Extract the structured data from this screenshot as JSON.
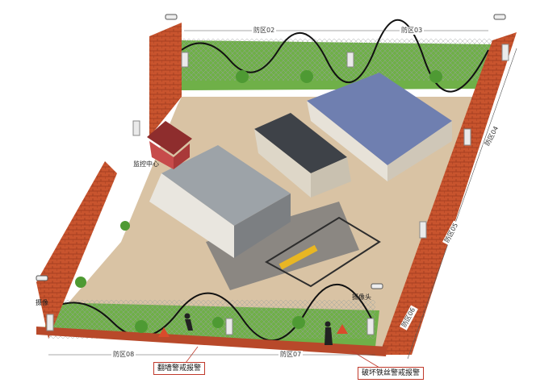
{
  "zones": {
    "z02": "防区02",
    "z03": "防区03",
    "z04": "防区04",
    "z05": "防区05",
    "z06": "防区06",
    "z07": "防区07",
    "z08": "防区08"
  },
  "labels": {
    "monitoring_center": "监控中心",
    "camera": "摄像头",
    "camera_left": "摄像"
  },
  "callouts": {
    "climb_alarm": "翻墙警戒报警",
    "wire_damage_alarm": "破坏铁丝警戒报警"
  },
  "colors": {
    "brick": "#c8542e",
    "ground": "#d9c3a4",
    "grass": "#5fa33c",
    "alarm_border": "#c0392b",
    "solar_roof": "#6f7fb0"
  }
}
